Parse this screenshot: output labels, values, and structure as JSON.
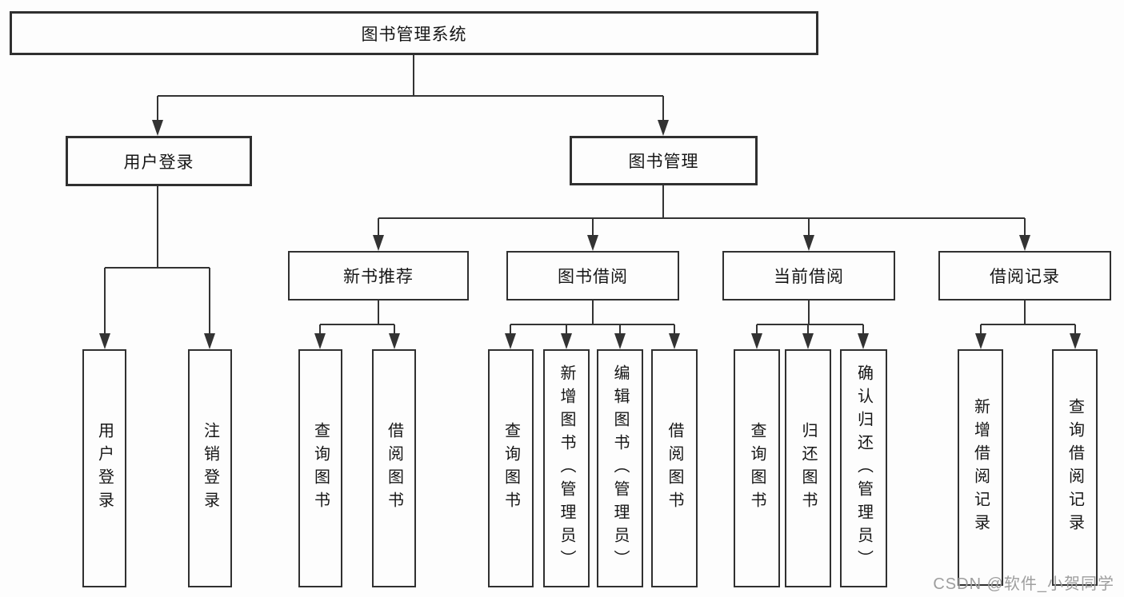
{
  "nodes": {
    "root": "图书管理系统",
    "user_login": "用户登录",
    "book_management": "图书管理",
    "new_book_recommend": "新书推荐",
    "book_borrowing": "图书借阅",
    "current_borrowing": "当前借阅",
    "borrowing_records": "借阅记录",
    "user_login_leaf": "用户登录",
    "logout_leaf": "注销登录",
    "query_books_recommend": "查询图书",
    "borrow_books_recommend": "借阅图书",
    "query_books_borrowing": "查询图书",
    "add_books_admin": "新增图书（管理员）",
    "edit_books_admin": "编辑图书（管理员）",
    "borrow_books_borrowing": "借阅图书",
    "query_books_current": "查询图书",
    "return_books": "归还图书",
    "confirm_return_admin": "确认归还（管理员）",
    "add_borrow_record": "新增借阅记录",
    "query_borrow_record": "查询借阅记录"
  },
  "colors": {
    "line": "#333333",
    "border": "#303030",
    "text": "#161616",
    "background": "#fdfdfd",
    "watermark": "#9e9e9e"
  },
  "watermark": "CSDN @软件_小贺同学"
}
